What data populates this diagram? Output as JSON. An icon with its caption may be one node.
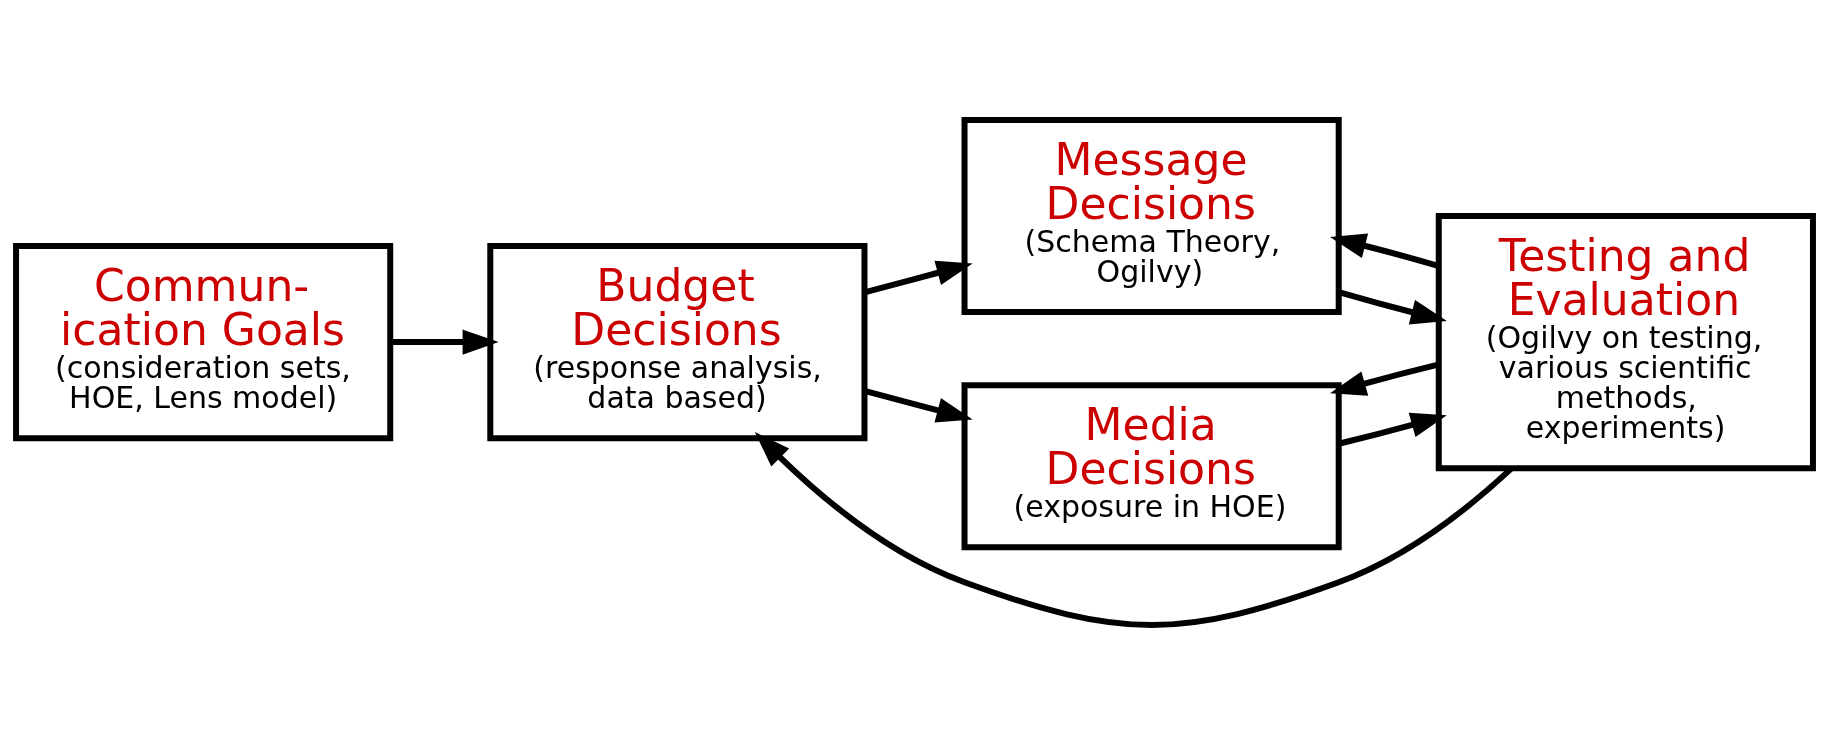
{
  "diagram": {
    "nodes": [
      {
        "text": [
          "Commun- ication Goals",
          "(consideration sets, HOE, Lens model)"
        ]
      },
      {
        "text": [
          "Budget Decisions",
          "(response analysis, data based)"
        ]
      },
      {
        "text": [
          "Message Decisions",
          "(Schema Theory, Ogilvy)"
        ]
      },
      {
        "text": [
          "Media Decisions",
          "(exposure in HOE)"
        ]
      },
      {
        "text": [
          "Testing and Evaluation",
          "(Ogilvy on testing, various scientific methods, experiments)"
        ]
      }
    ],
    "edges": [
      {
        "from": 0,
        "to": 1,
        "arrow": "to"
      },
      {
        "from": 1,
        "to": 2,
        "arrow": "to"
      },
      {
        "from": 1,
        "to": 3,
        "arrow": "to"
      },
      {
        "from": 2,
        "to": 4,
        "arrow": "to"
      },
      {
        "from": 3,
        "to": 4,
        "arrow": "to"
      },
      {
        "from": 4,
        "to": 2,
        "arrow": "to"
      },
      {
        "from": 4,
        "to": 3,
        "arrow": "to"
      },
      {
        "from": 4,
        "to": 1,
        "arrow": "to"
      }
    ]
  }
}
